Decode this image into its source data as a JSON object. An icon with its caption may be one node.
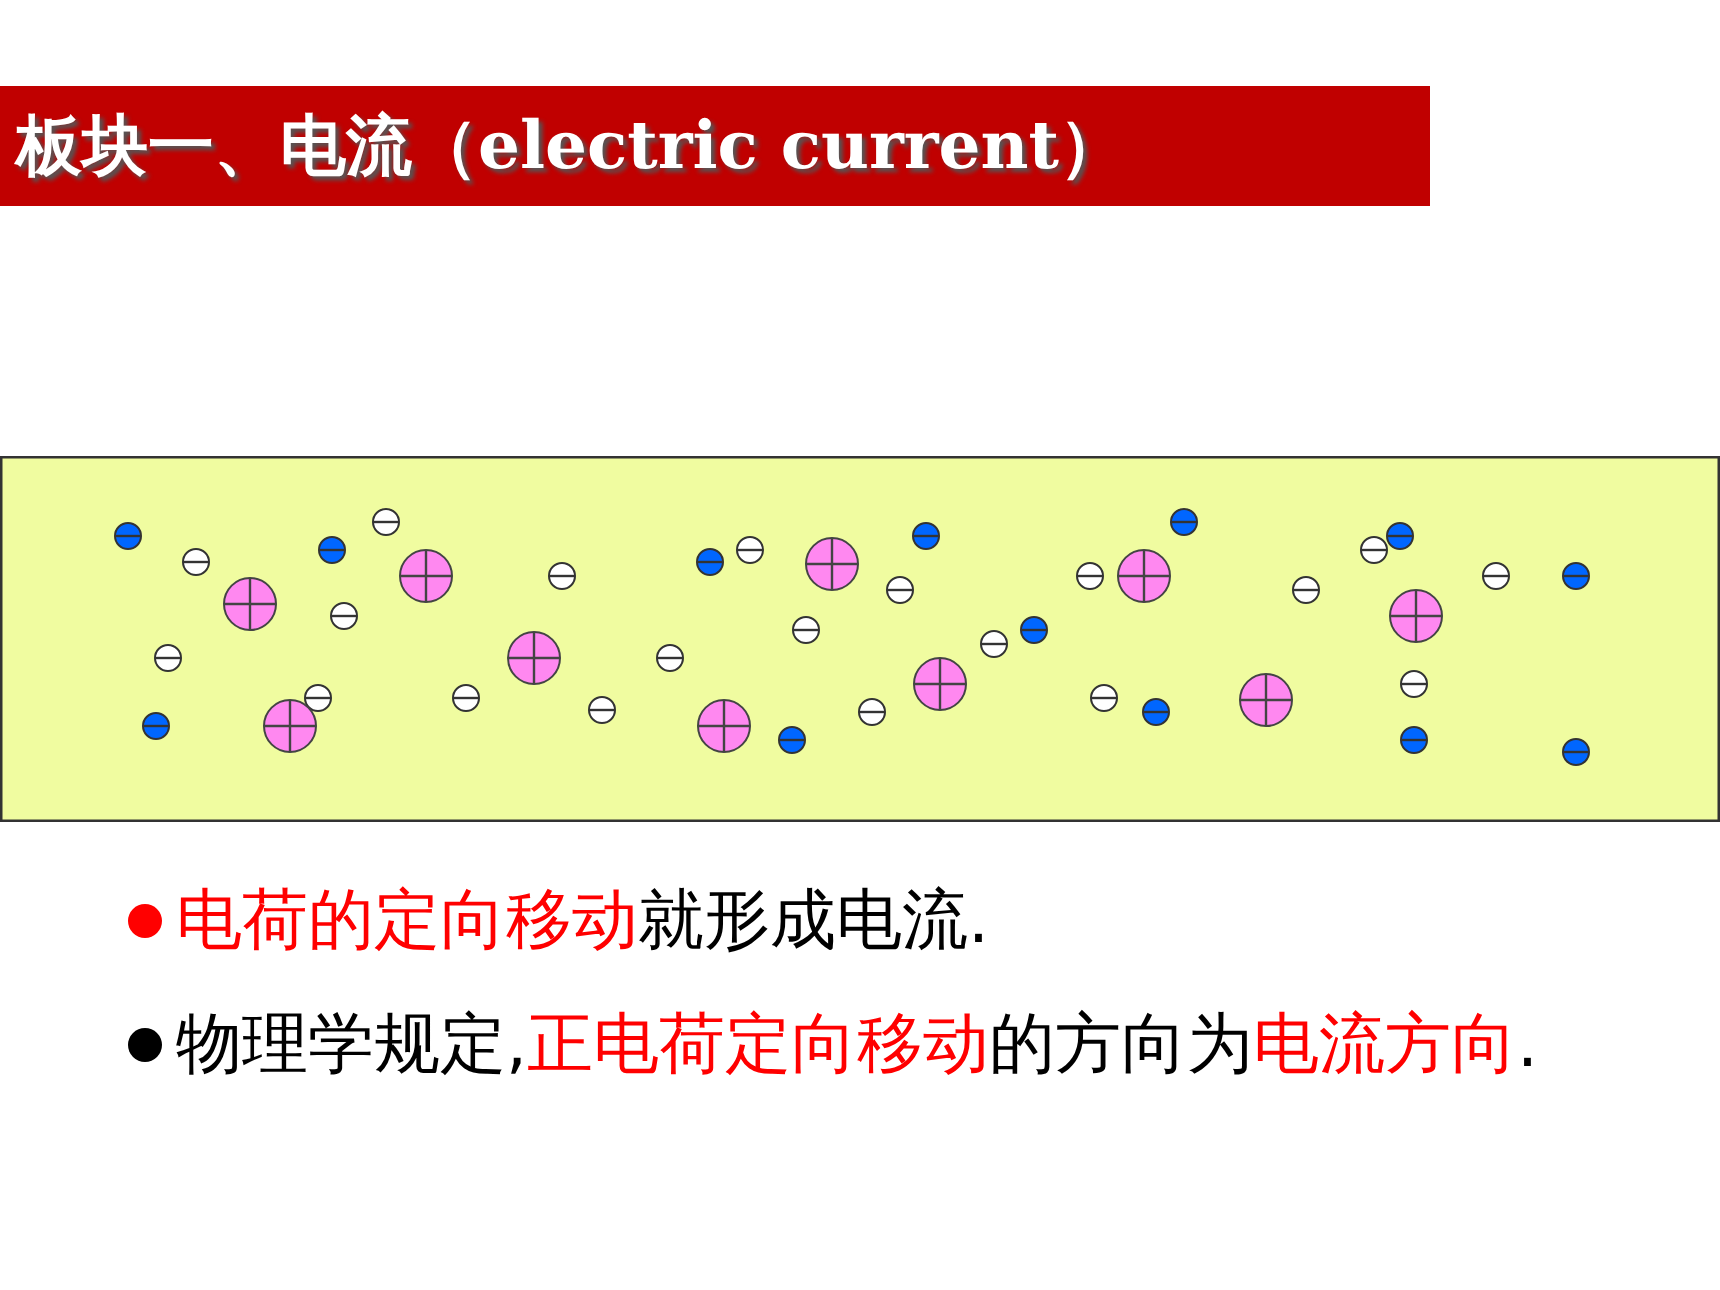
{
  "diagram": {
    "title": "板块一、电流（electric current）",
    "labels": [
      "**电荷的定向移动**就形成电流.",
      "物理学规定,**正电荷定向移动**的方向为**电流方向**."
    ]
  }
}
